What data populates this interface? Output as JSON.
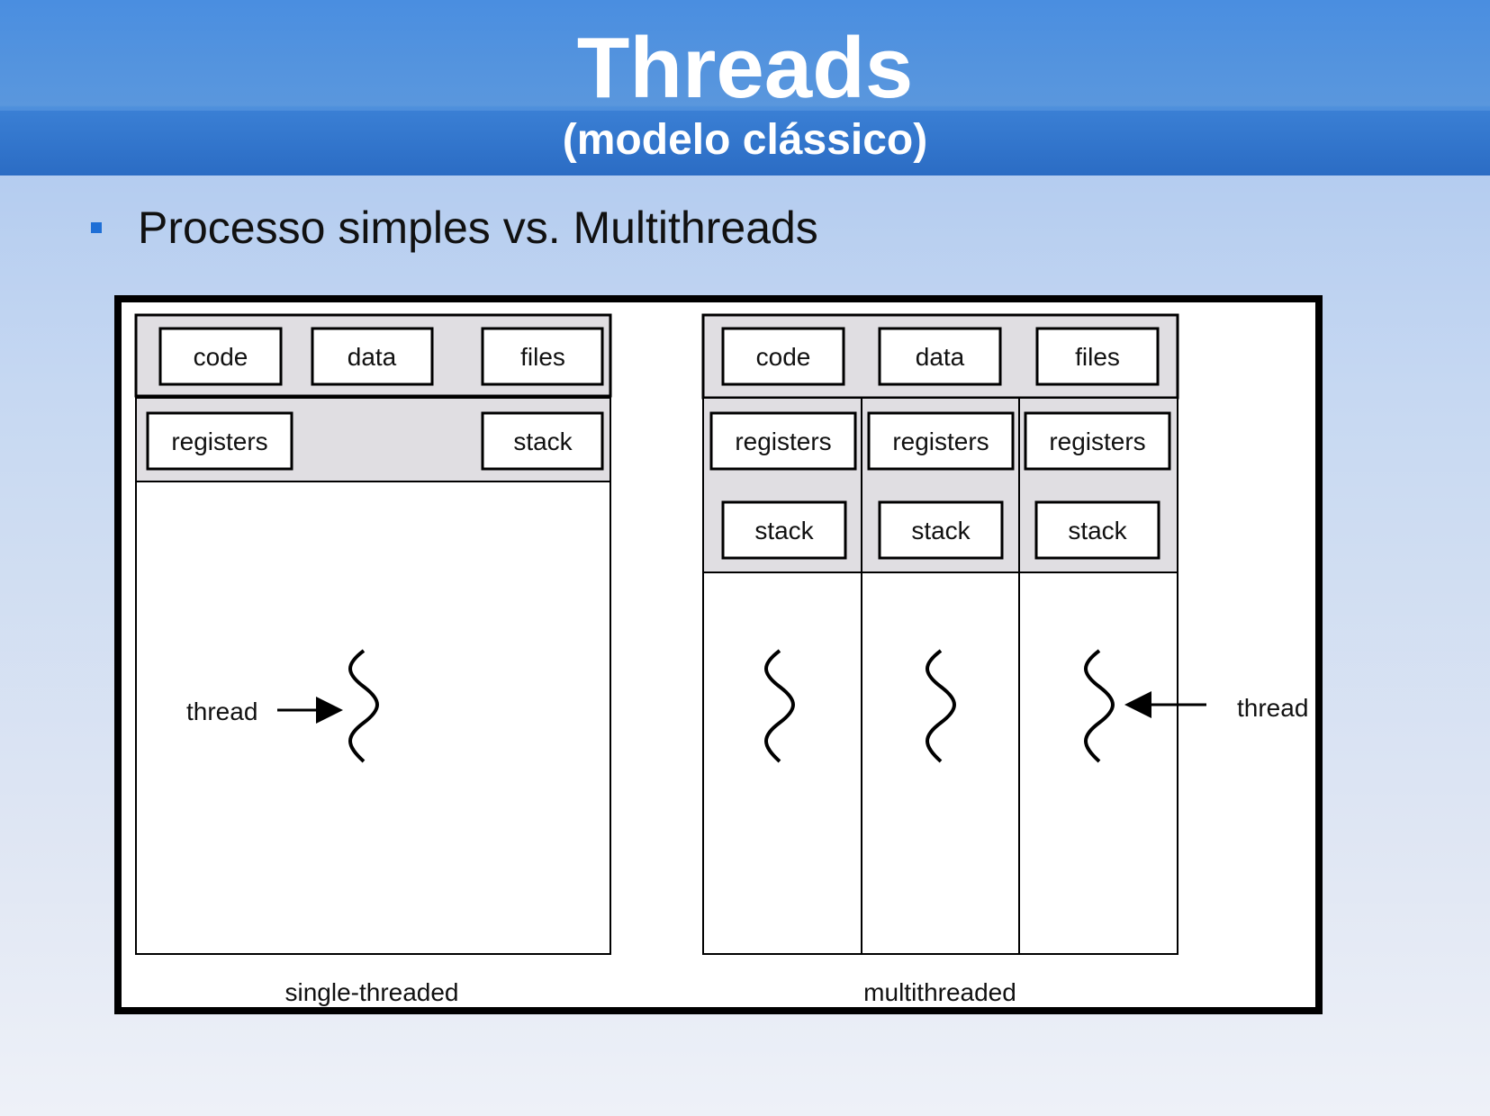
{
  "header": {
    "title": "Threads",
    "subtitle": "(modelo clássico)"
  },
  "bullet": {
    "text": "Processo simples vs. Multithreads"
  },
  "diagram": {
    "single": {
      "shared": [
        "code",
        "data",
        "files"
      ],
      "registers_label": "registers",
      "stack_label": "stack",
      "thread_label": "thread",
      "caption": "single-threaded"
    },
    "multi": {
      "shared": [
        "code",
        "data",
        "files"
      ],
      "registers_label": "registers",
      "stack_label": "stack",
      "thread_label": "thread",
      "caption": "multithreaded"
    }
  },
  "colors": {
    "panel_gray": "#e0dee2",
    "bullet_blue": "#1f6fd6",
    "header_blue": "#3a7fd4"
  }
}
